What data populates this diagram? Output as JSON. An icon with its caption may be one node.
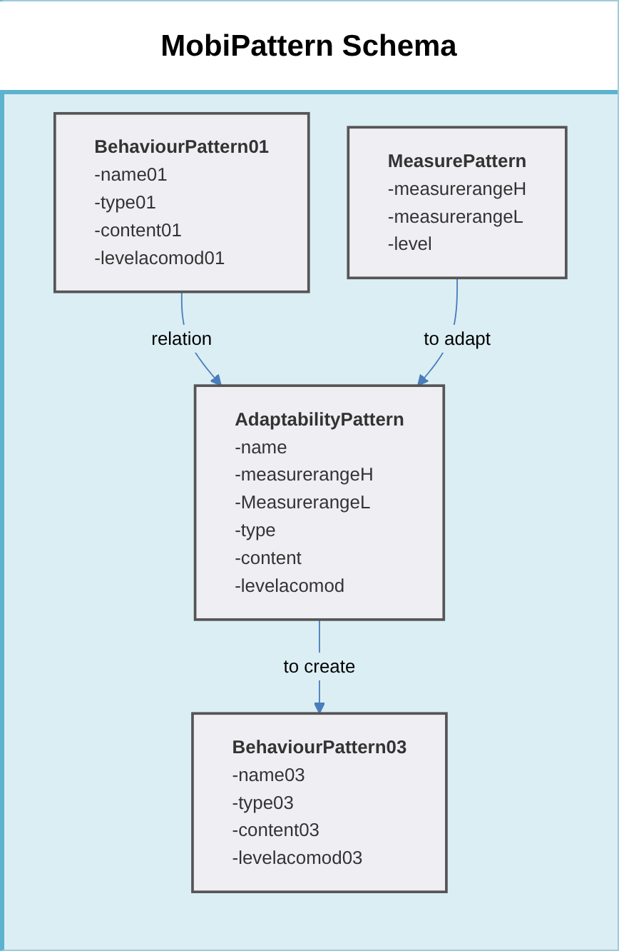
{
  "diagram": {
    "title": "MobiPattern Schema",
    "nodes": [
      {
        "text": [
          "BehaviourPattern01",
          "-name01",
          "-type01",
          "-content01",
          "-levelacomod01"
        ]
      },
      {
        "text": [
          "MeasurePattern",
          "-measurerangeH",
          "-measurerangeL",
          "-level"
        ]
      },
      {
        "text": [
          "AdaptabilityPattern",
          "-name",
          "-measurerangeH",
          "-MeasurerangeL",
          "-type",
          "-content",
          "-levelacomod"
        ]
      },
      {
        "text": [
          "BehaviourPattern03",
          "-name03",
          "-type03",
          "-content03",
          "-levelacomod03"
        ]
      }
    ],
    "edges": [
      {
        "from": 0,
        "to": 2,
        "arrow": "to",
        "label": "relation"
      },
      {
        "from": 1,
        "to": 2,
        "arrow": "to",
        "label": "to adapt"
      },
      {
        "from": 2,
        "to": 3,
        "arrow": "to",
        "label": "to create"
      }
    ]
  }
}
